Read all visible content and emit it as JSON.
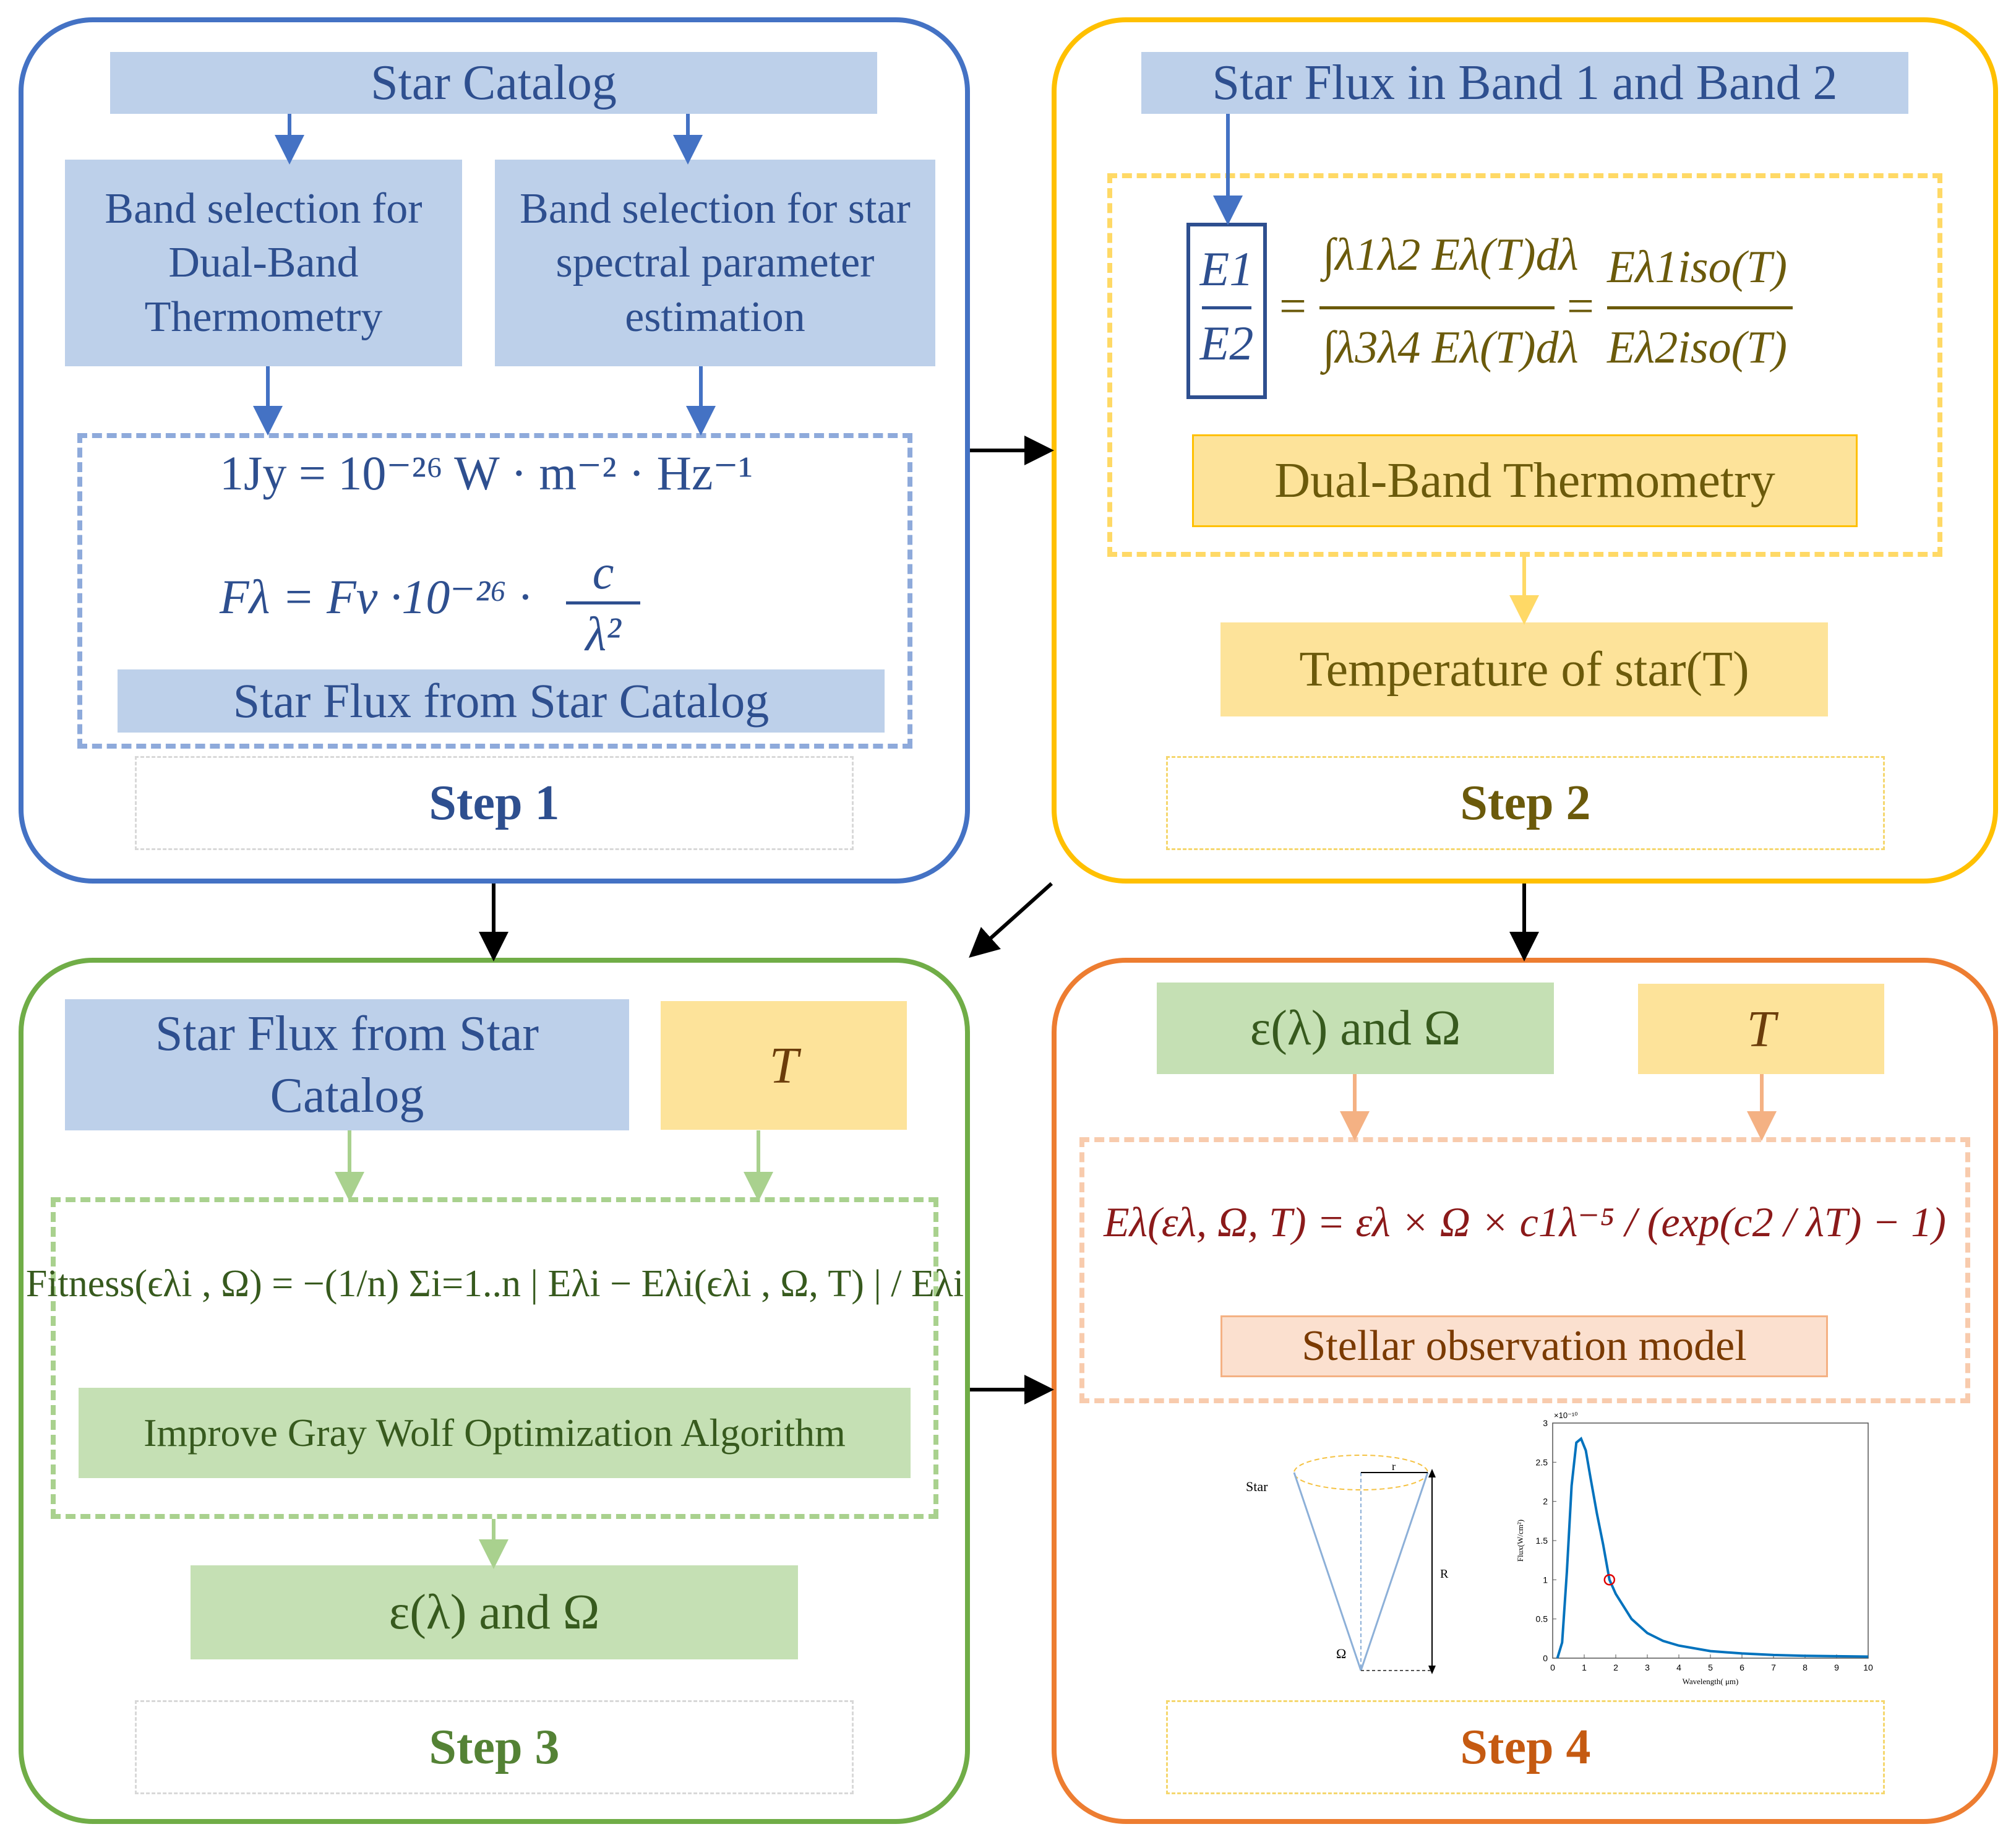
{
  "step1": {
    "title": "Star Catalog",
    "band_dual": "Band selection for Dual-Band Thermometry",
    "band_spectral": "Band selection for star spectral parameter estimation",
    "eq_jy": "1Jy = 10⁻²⁶ W · m⁻² · Hz⁻¹",
    "eq_flux_lhs": "Fλ = Fν ·10⁻²⁶ ·",
    "eq_flux_num": "c",
    "eq_flux_den": "λ²",
    "flux_label": "Star Flux from Star Catalog",
    "step_label": "Step 1"
  },
  "step2": {
    "title": "Star Flux in Band 1 and Band 2",
    "eq_ratio_num": "E1",
    "eq_ratio_den": "E2",
    "eq_int_num": "∫λ1λ2 Eλ(T)dλ",
    "eq_int_den": "∫λ3λ4 Eλ(T)dλ",
    "eq_iso_num": "Eλ1iso(T)",
    "eq_iso_den": "Eλ2iso(T)",
    "method_label": "Dual-Band Thermometry",
    "temp_label": "Temperature of star(T)",
    "step_label": "Step 2"
  },
  "step3": {
    "flux_label": "Star Flux from Star Catalog",
    "temp_label": "T",
    "fitness_eq": "Fitness(ϵλi , Ω) = −(1/n) Σi=1..n | Eλi − Eλi(ϵλi , Ω, T) | / Eλi",
    "algo_label": "Improve Gray Wolf Optimization Algorithm",
    "result_label": "ε(λ) and Ω",
    "step_label": "Step 3"
  },
  "step4": {
    "input_eps": "ε(λ) and Ω",
    "input_temp": "T",
    "model_eq": "Eλ(ελ, Ω, T) = ελ × Ω × c1λ⁻⁵ / (exp(c2 / λT) − 1)",
    "model_label": "Stellar observation model",
    "step_label": "Step 4",
    "geometry": {
      "star_label": "Star",
      "r_label": "r",
      "R_label": "R",
      "omega_label": "Ω"
    },
    "chart_data": {
      "type": "line",
      "x": [
        0.15,
        0.3,
        0.45,
        0.6,
        0.75,
        0.9,
        1.05,
        1.2,
        1.4,
        1.6,
        1.8,
        2.0,
        2.5,
        3.0,
        3.5,
        4,
        5,
        6,
        7,
        8,
        9,
        10
      ],
      "y": [
        0.0,
        0.2,
        1.1,
        2.2,
        2.75,
        2.8,
        2.65,
        2.3,
        1.85,
        1.45,
        1.0,
        0.82,
        0.5,
        0.32,
        0.22,
        0.16,
        0.09,
        0.06,
        0.04,
        0.03,
        0.025,
        0.02
      ],
      "marker": {
        "x": 1.8,
        "y": 1.0
      },
      "xlabel": "Wavelength( μm)",
      "ylabel": "Flux(W/cm²)",
      "exponent": "×10⁻¹⁰",
      "xlim": [
        0,
        10
      ],
      "ylim": [
        0,
        3
      ],
      "xticks": [
        "0",
        "1",
        "2",
        "3",
        "4",
        "5",
        "6",
        "7",
        "8",
        "9",
        "10"
      ],
      "yticks": [
        "0",
        "0.5",
        "1",
        "1.5",
        "2",
        "2.5",
        "3"
      ]
    }
  },
  "colors": {
    "blue_border": "#4472c4",
    "blue_fill": "#bdd0ea",
    "blue_text": "#2e4f8f",
    "yellow_border": "#ffc000",
    "yellow_fill": "#fde39a",
    "yellow_text": "#6b5a0b",
    "green_border": "#70ad47",
    "green_fill": "#c5e0b4",
    "green_text": "#375a1e",
    "orange_border": "#ed7d31",
    "orange_fill": "#fbe0cf",
    "orange_text": "#8b1a1a"
  }
}
